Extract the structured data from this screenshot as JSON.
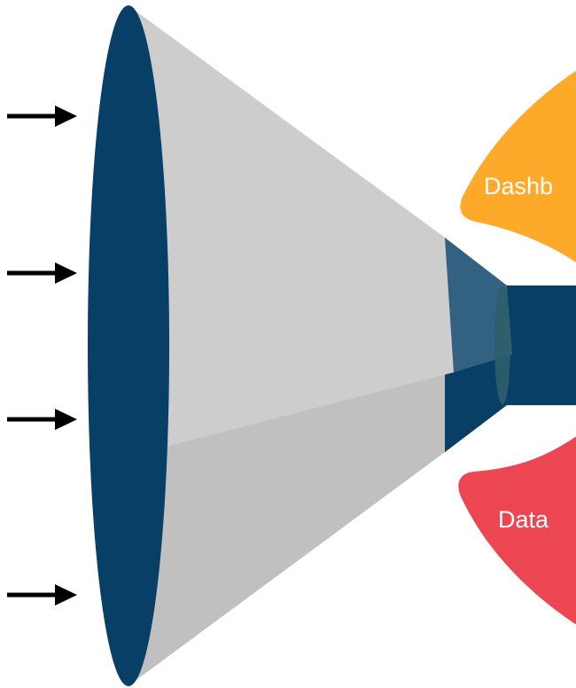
{
  "diagram": {
    "type": "funnel",
    "outputs": [
      {
        "label": "Dashb",
        "color": "#FDAA2A"
      },
      {
        "label": "Data",
        "color": "#EC4652"
      }
    ],
    "colors": {
      "funnel_rim": "#073F66",
      "funnel_body": "#C0C0C0",
      "funnel_highlight": "#D4D4D4",
      "arrows": "#000000",
      "background": "#FFFFFF"
    },
    "input_arrow_count": 4
  }
}
